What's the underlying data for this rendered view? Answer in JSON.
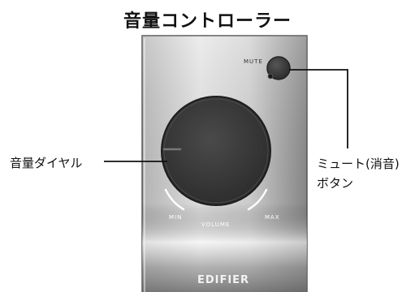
{
  "title": "音量コントローラー",
  "labels": {
    "volume_dial": "音量ダイヤル",
    "mute_line1": "ミュート(消音)",
    "mute_line2": "ボタン"
  },
  "device": {
    "mute_label": "MUTE",
    "min_label": "MIN",
    "volume_label": "VOLUME",
    "max_label": "MAX",
    "brand": "EDIFIER"
  },
  "colors": {
    "panel_light": "#e6e6e6",
    "panel_dark": "#8f8f8f",
    "knob": "#3b3b3b",
    "text": "#111111"
  },
  "icons": {
    "mute_button": "round-button-icon",
    "volume_knob": "dial-knob-icon"
  }
}
